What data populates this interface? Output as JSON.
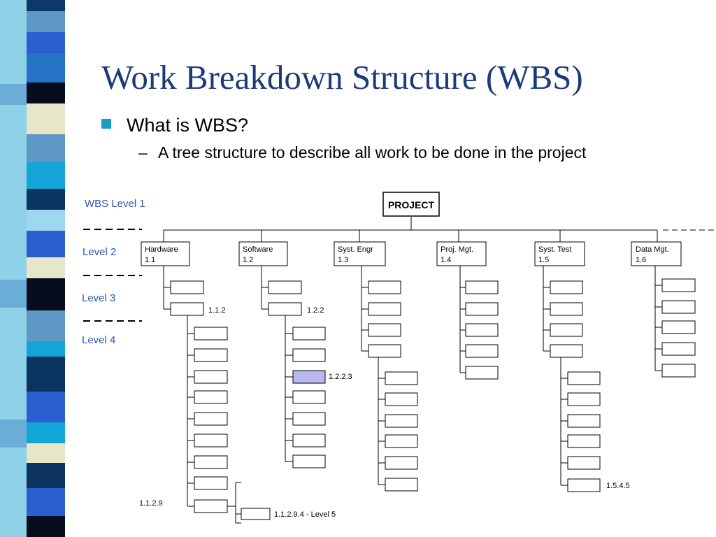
{
  "slide": {
    "title": "Work Breakdown Structure (WBS)",
    "bullet": "What is WBS?",
    "sub_dash": "–",
    "sub_bullet": "A tree structure to describe all work to be done in the project"
  },
  "colors": {
    "title": "#1b3a78",
    "bullet_marker": "#1a9bc8",
    "level_labels": "#2a55b0",
    "highlight_box": "#b8b8ee"
  },
  "diagram": {
    "level_labels": [
      "WBS Level 1",
      "Level 2",
      "Level 3",
      "Level 4"
    ],
    "root": "PROJECT",
    "level2": [
      {
        "name": "Hardware",
        "code": "1.1"
      },
      {
        "name": "Software",
        "code": "1.2"
      },
      {
        "name": "Syst. Engr",
        "code": "1.3"
      },
      {
        "name": "Proj. Mgt.",
        "code": "1.4"
      },
      {
        "name": "Syst. Test",
        "code": "1.5"
      },
      {
        "name": "Data Mgt.",
        "code": "1.6"
      }
    ],
    "codes": {
      "hw_sub": "1.1.2",
      "sw_sub": "1.2.2",
      "highlighted": "1.2.2.3",
      "hw_leaf": "1.1.2.9",
      "level5": "1.1.2.9.4 -  Level 5",
      "test_leaf": "1.5.4.5"
    }
  }
}
